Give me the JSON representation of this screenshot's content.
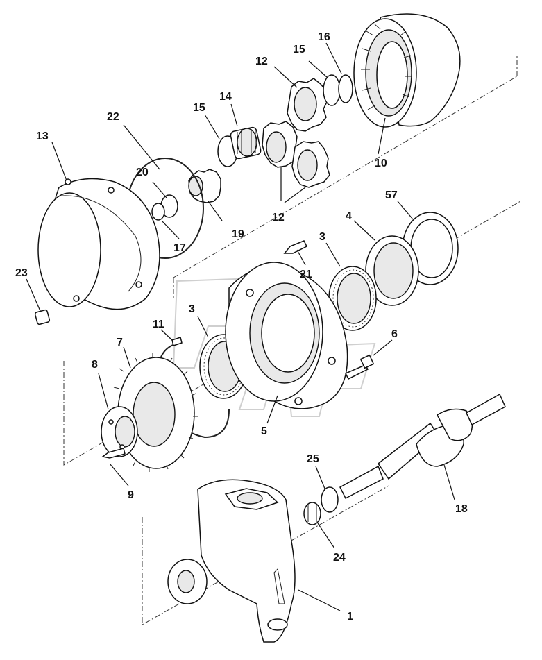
{
  "diagram": {
    "part_numbers": [
      "1",
      "3",
      "4",
      "5",
      "6",
      "7",
      "8",
      "9",
      "10",
      "11",
      "12",
      "13",
      "14",
      "15",
      "16",
      "17",
      "18",
      "19",
      "20",
      "21",
      "22",
      "23",
      "24",
      "25",
      "57"
    ],
    "callouts": [
      {
        "id": "c1",
        "label": "1"
      },
      {
        "id": "c3a",
        "label": "3"
      },
      {
        "id": "c3b",
        "label": "3"
      },
      {
        "id": "c4",
        "label": "4"
      },
      {
        "id": "c5",
        "label": "5"
      },
      {
        "id": "c6",
        "label": "6"
      },
      {
        "id": "c7",
        "label": "7"
      },
      {
        "id": "c8",
        "label": "8"
      },
      {
        "id": "c9",
        "label": "9"
      },
      {
        "id": "c10",
        "label": "10"
      },
      {
        "id": "c11",
        "label": "11"
      },
      {
        "id": "c12a",
        "label": "12"
      },
      {
        "id": "c12b",
        "label": "12"
      },
      {
        "id": "c13",
        "label": "13"
      },
      {
        "id": "c14",
        "label": "14"
      },
      {
        "id": "c15a",
        "label": "15"
      },
      {
        "id": "c15b",
        "label": "15"
      },
      {
        "id": "c16",
        "label": "16"
      },
      {
        "id": "c17",
        "label": "17"
      },
      {
        "id": "c18",
        "label": "18"
      },
      {
        "id": "c19",
        "label": "19"
      },
      {
        "id": "c20",
        "label": "20"
      },
      {
        "id": "c21",
        "label": "21"
      },
      {
        "id": "c22",
        "label": "22"
      },
      {
        "id": "c23",
        "label": "23"
      },
      {
        "id": "c24",
        "label": "24"
      },
      {
        "id": "c25",
        "label": "25"
      },
      {
        "id": "c57",
        "label": "57"
      }
    ],
    "colors": {
      "line": "#111111",
      "background": "#ffffff",
      "watermark": "#cfcfcf"
    }
  }
}
